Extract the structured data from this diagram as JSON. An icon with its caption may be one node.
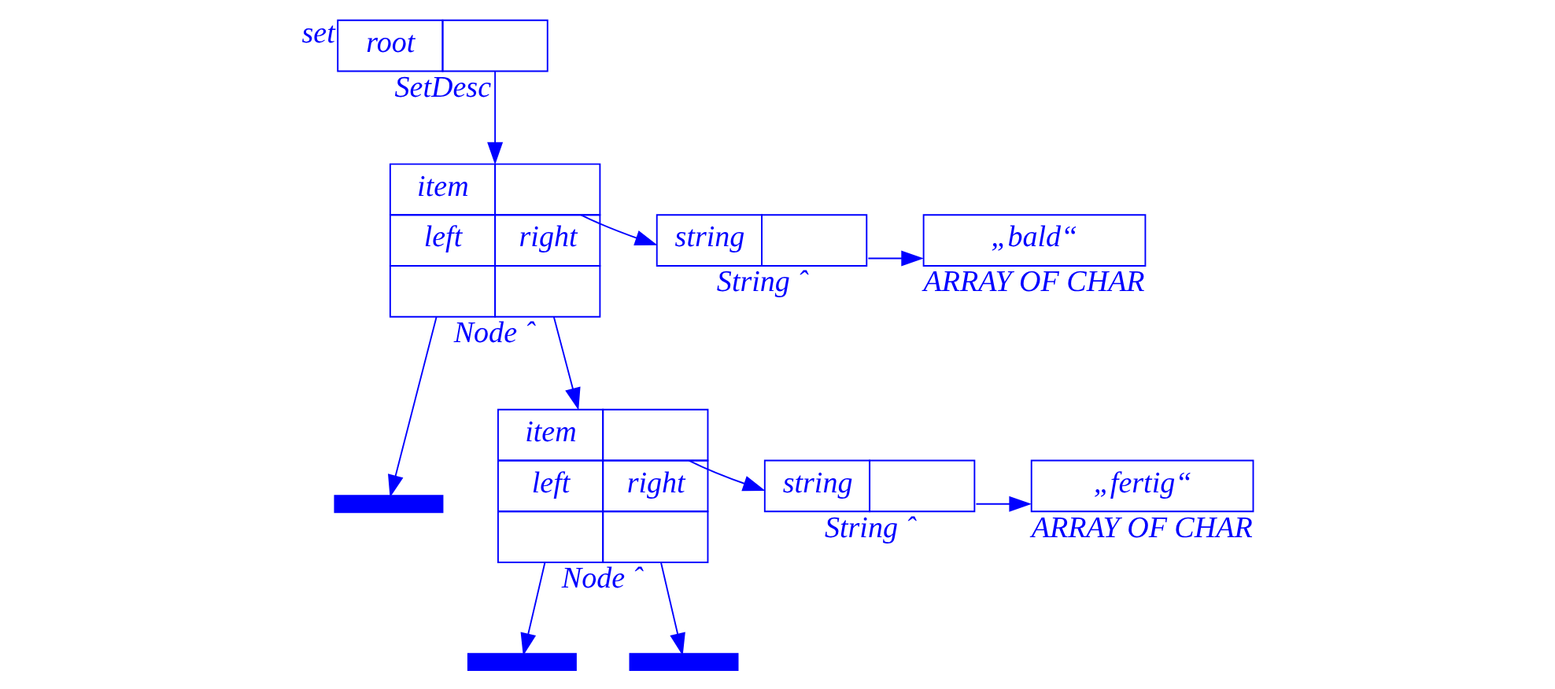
{
  "diagram": {
    "nodes": [
      {
        "text": [
          "root"
        ],
        "beside": [
          "set",
          "SetDesc"
        ]
      },
      {
        "text": [
          "item",
          "left",
          "right"
        ],
        "beside": [
          "Node ˆ"
        ]
      },
      {
        "text": [
          "string"
        ],
        "beside": [
          "String ˆ"
        ]
      },
      {
        "text": [
          "„bald“"
        ],
        "beside": [
          "ARRAY OF CHAR"
        ]
      },
      {
        "text": [
          "item",
          "left",
          "right"
        ],
        "beside": [
          "Node ˆ"
        ]
      },
      {
        "text": [
          "string"
        ],
        "beside": [
          "String ˆ"
        ]
      },
      {
        "text": [
          "„fertig“"
        ],
        "beside": [
          "ARRAY OF CHAR"
        ]
      },
      {
        "text": [],
        "shape": "bar"
      },
      {
        "text": [],
        "shape": "bar"
      },
      {
        "text": [],
        "shape": "bar"
      }
    ],
    "edges": [
      {
        "from": 0,
        "to": 1,
        "arrow": "to"
      },
      {
        "from": 1,
        "to": 2,
        "arrow": "to"
      },
      {
        "from": 2,
        "to": 3,
        "arrow": "to"
      },
      {
        "from": 1,
        "to": 7,
        "arrow": "to"
      },
      {
        "from": 1,
        "to": 4,
        "arrow": "to"
      },
      {
        "from": 4,
        "to": 5,
        "arrow": "to"
      },
      {
        "from": 5,
        "to": 6,
        "arrow": "to"
      },
      {
        "from": 4,
        "to": 8,
        "arrow": "to"
      },
      {
        "from": 4,
        "to": 9,
        "arrow": "to"
      }
    ]
  }
}
